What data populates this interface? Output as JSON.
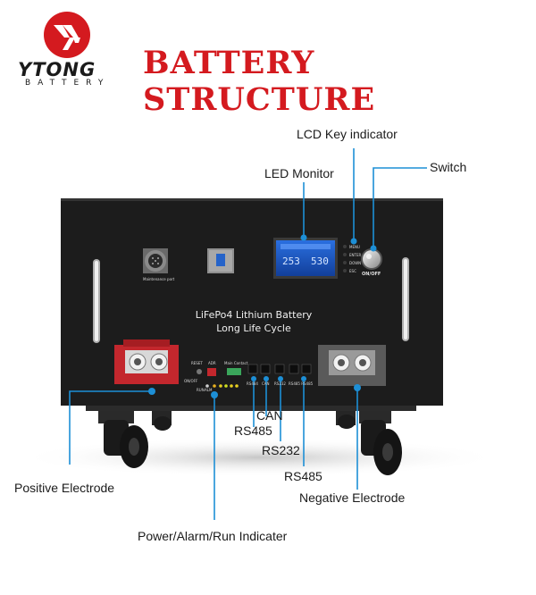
{
  "header": {
    "brand_name": "YTONG",
    "brand_sub": "BATTERY",
    "title": "BATTERY STRUCTURE"
  },
  "panel": {
    "line1": "LiFePo4 Lithium Battery",
    "line2": "Long Life Cycle",
    "maintenance_port": "Maintenance port",
    "reset": "RESET",
    "adr": "ADR",
    "main_contact": "Main Contact",
    "on_off_small": "ON/OFF",
    "run": "RUN",
    "alm": "ALM",
    "port_rs484": "RS484",
    "port_can": "CAN",
    "port_rs232": "RS232",
    "port_rs485": "RS485 RS485",
    "lcd_left": "253",
    "lcd_right": "530",
    "menu": "MENU",
    "enter": "ENTER",
    "down": "DOWN",
    "esc": "ESC",
    "switch_label": "ON/OFF"
  },
  "callouts": {
    "lcd_key_indicator": "LCD Key indicator",
    "led_monitor": "LED Monitor",
    "switch": "Switch",
    "can": "CAN",
    "rs485_a": "RS485",
    "rs232": "RS232",
    "rs485_b": "RS485",
    "positive_electrode": "Positive Electrode",
    "negative_electrode": "Negative Electrode",
    "power_alarm_run": "Power/Alarm/Run Indicater"
  },
  "colors": {
    "brand_red": "#d41a1f",
    "callout_blue": "#1d8fd6",
    "panel_black": "#1c1c1c",
    "terminal_red": "#c3272d"
  }
}
